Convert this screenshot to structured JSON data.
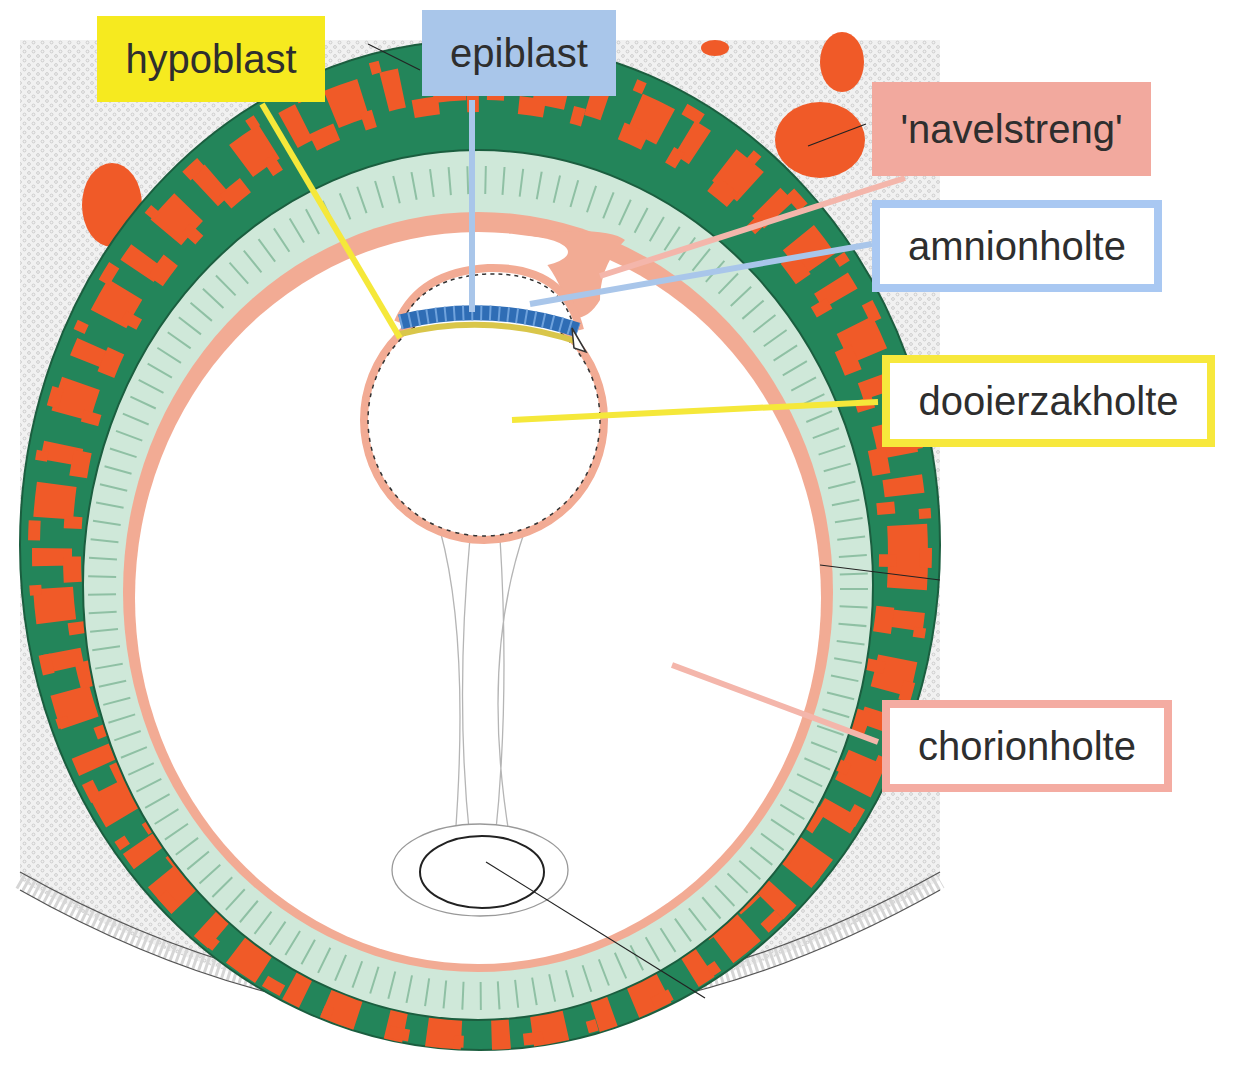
{
  "diagram": {
    "nodes": [
      {
        "text": [
          "hypoblast"
        ]
      },
      {
        "text": [
          "epiblast"
        ]
      },
      {
        "text": [
          "'navelstreng'"
        ]
      },
      {
        "text": [
          "amnionholte"
        ]
      },
      {
        "text": [
          "dooierzakholte"
        ]
      },
      {
        "text": [
          "chorionholte"
        ]
      }
    ]
  }
}
